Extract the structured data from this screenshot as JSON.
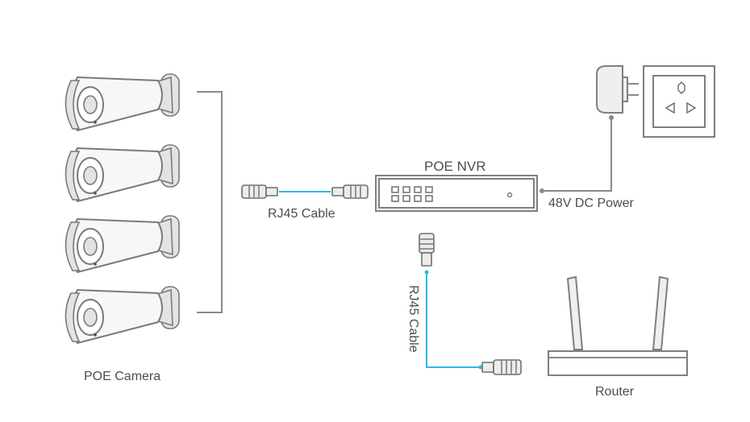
{
  "diagram": {
    "nvr_label": "POE NVR",
    "camera_label": "POE Camera",
    "cable_label_horizontal": "RJ45 Cable",
    "cable_label_vertical": "RJ45 Cable",
    "power_label": "48V DC Power",
    "router_label": "Router",
    "camera_count": 4,
    "nvr_port_count": 8,
    "colors": {
      "cable": "#2fb6e8",
      "wire": "#8a8a8a",
      "device_outline": "#7f7f7f",
      "text": "#4d4d4d"
    },
    "icons": [
      "bullet-camera-icon",
      "rj45-plug-icon",
      "nvr-icon",
      "power-adapter-icon",
      "wall-socket-icon",
      "router-icon"
    ]
  }
}
